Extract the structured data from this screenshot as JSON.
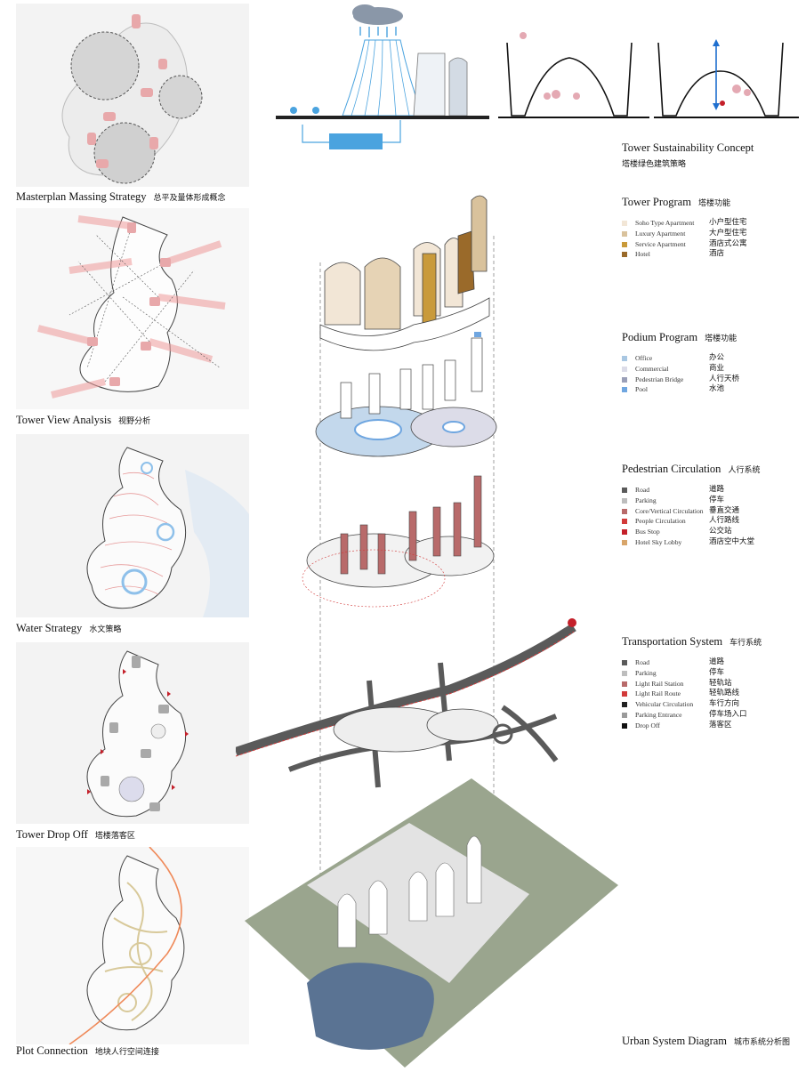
{
  "left_panels": [
    {
      "title": "Masterplan Massing Strategy",
      "cn": "总平及量体形成概念"
    },
    {
      "title": "Tower View Analysis",
      "cn": "视野分析"
    },
    {
      "title": "Water Strategy",
      "cn": "水文策略"
    },
    {
      "title": "Tower Drop Off",
      "cn": "塔楼落客区"
    },
    {
      "title": "Plot Connection",
      "cn": "地块人行空间连接"
    }
  ],
  "sustainability": {
    "title": "Tower Sustainability Concept",
    "cn": "塔楼绿色建筑策略"
  },
  "tower_program": {
    "title": "Tower Program",
    "cn": "塔楼功能",
    "items": [
      {
        "en": "Soho Type Apartment",
        "zh": "小户型住宅",
        "color": "#f2e6d6"
      },
      {
        "en": "Luxury Apartment",
        "zh": "大户型住宅",
        "color": "#d9c29c"
      },
      {
        "en": "Service Apartment",
        "zh": "酒店式公寓",
        "color": "#c99a3a"
      },
      {
        "en": "Hotel",
        "zh": "酒店",
        "color": "#9a6a2a"
      }
    ]
  },
  "podium_program": {
    "title": "Podium Program",
    "cn": "塔楼功能",
    "items": [
      {
        "en": "Office",
        "zh": "办公",
        "color": "#a9c7e2"
      },
      {
        "en": "Commercial",
        "zh": "商业",
        "color": "#dcdce8"
      },
      {
        "en": "Pedestrian Bridge",
        "zh": "人行天桥",
        "color": "#9a9fb8"
      },
      {
        "en": "Pool",
        "zh": "水池",
        "color": "#6fa6e0"
      }
    ]
  },
  "pedestrian": {
    "title": "Pedestrian Circulation",
    "cn": "人行系统",
    "items": [
      {
        "en": "Road",
        "zh": "道路",
        "color": "#5a5a5a"
      },
      {
        "en": "Parking",
        "zh": "停车",
        "color": "#bdbdbd"
      },
      {
        "en": "Core/Vertical Circulation",
        "zh": "垂直交通",
        "color": "#b86a6a"
      },
      {
        "en": "People Circulation",
        "zh": "人行路线",
        "color": "#d23a3a"
      },
      {
        "en": "Bus Stop",
        "zh": "公交站",
        "color": "#c4202a"
      },
      {
        "en": "Hotel Sky Lobby",
        "zh": "酒店空中大堂",
        "color": "#d8a56a"
      }
    ]
  },
  "transport": {
    "title": "Transportation System",
    "cn": "车行系统",
    "items": [
      {
        "en": "Road",
        "zh": "道路",
        "color": "#5a5a5a"
      },
      {
        "en": "Parking",
        "zh": "停车",
        "color": "#bdbdbd"
      },
      {
        "en": "Light Rail Station",
        "zh": "轻轨站",
        "color": "#b86a6a"
      },
      {
        "en": "Light Rail Route",
        "zh": "轻轨路线",
        "color": "#d23a3a"
      },
      {
        "en": "Vehicular Circulation",
        "zh": "车行方向",
        "color": "#222222"
      },
      {
        "en": "Parking Entrance",
        "zh": "停车场入口",
        "color": "#9a9a9a"
      },
      {
        "en": "Drop Off",
        "zh": "落客区",
        "color": "#111111"
      }
    ]
  },
  "urban": {
    "title": "Urban System Diagram",
    "cn": "城市系统分析图"
  }
}
